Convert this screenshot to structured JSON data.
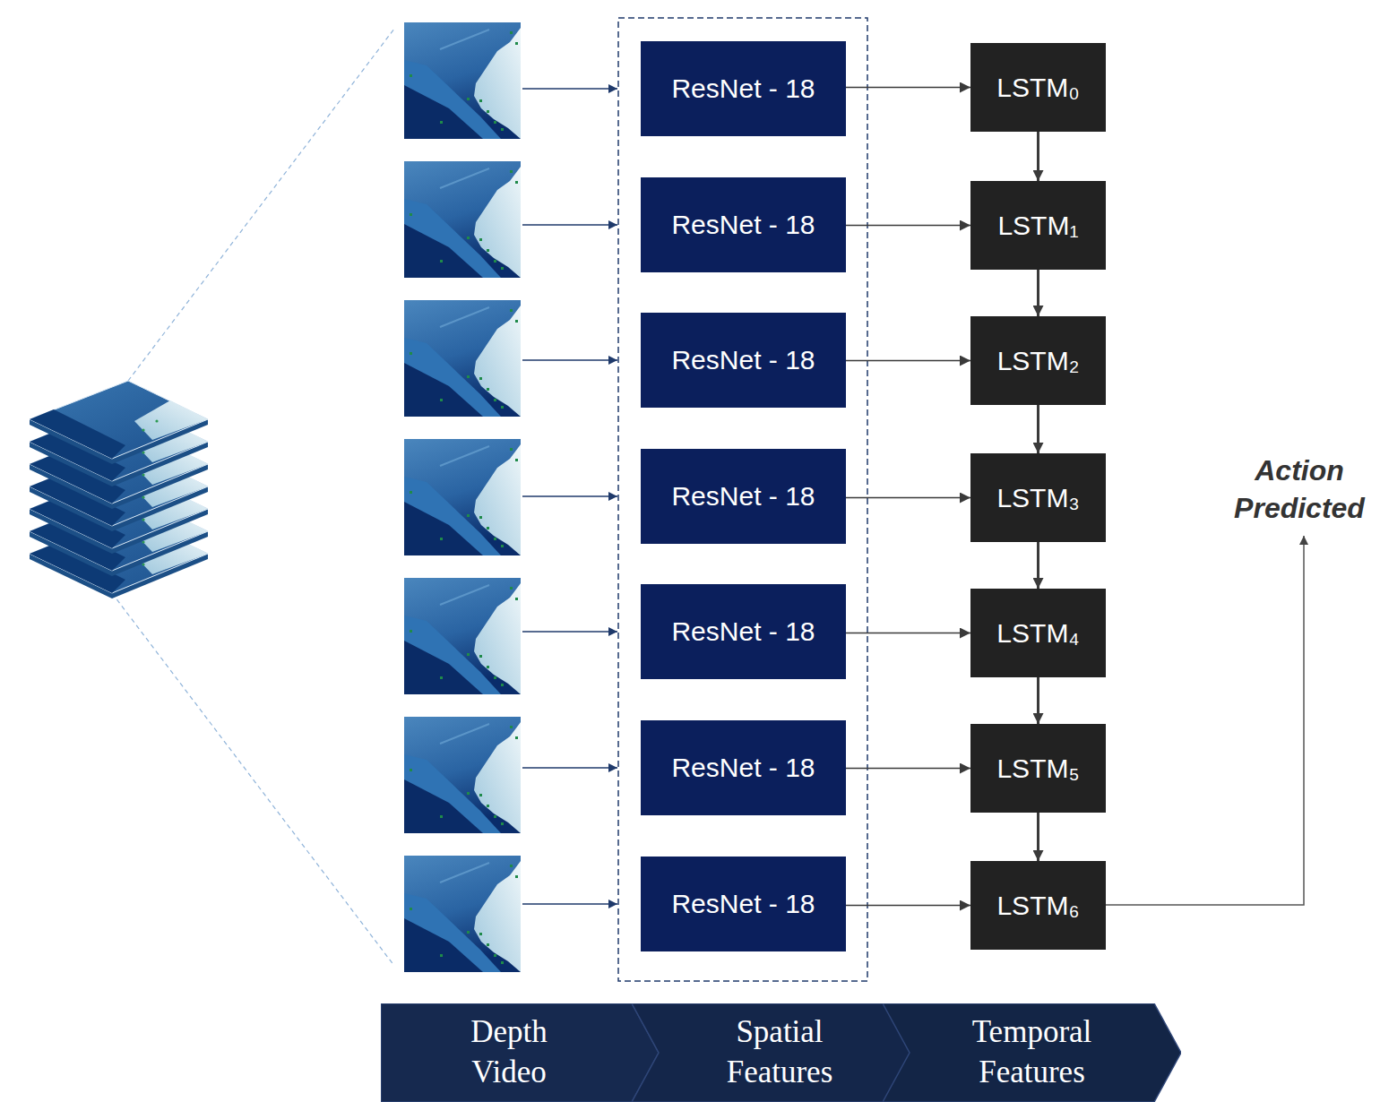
{
  "diagram": {
    "nodes": [
      {
        "text": [
          "ResNet - 18"
        ]
      },
      {
        "text": [
          "ResNet - 18"
        ]
      },
      {
        "text": [
          "ResNet - 18"
        ]
      },
      {
        "text": [
          "ResNet - 18"
        ]
      },
      {
        "text": [
          "ResNet - 18"
        ]
      },
      {
        "text": [
          "ResNet - 18"
        ]
      },
      {
        "text": [
          "ResNet - 18"
        ]
      },
      {
        "text": [
          "LSTM₀"
        ]
      },
      {
        "text": [
          "LSTM₁"
        ]
      },
      {
        "text": [
          "LSTM₂"
        ]
      },
      {
        "text": [
          "LSTM₃"
        ]
      },
      {
        "text": [
          "LSTM₄"
        ]
      },
      {
        "text": [
          "LSTM₅"
        ]
      },
      {
        "text": [
          "LSTM₆"
        ]
      },
      {
        "text": [
          "Depth Video"
        ]
      },
      {
        "text": [
          "Spatial Features"
        ]
      },
      {
        "text": [
          "Temporal Features"
        ]
      }
    ],
    "edges": [
      {
        "from": 0,
        "to": 7,
        "arrow": "to"
      },
      {
        "from": 1,
        "to": 8,
        "arrow": "to"
      },
      {
        "from": 2,
        "to": 9,
        "arrow": "to"
      },
      {
        "from": 3,
        "to": 10,
        "arrow": "to"
      },
      {
        "from": 4,
        "to": 11,
        "arrow": "to"
      },
      {
        "from": 5,
        "to": 12,
        "arrow": "to"
      },
      {
        "from": 6,
        "to": 13,
        "arrow": "to"
      },
      {
        "from": 7,
        "to": 8,
        "arrow": "to"
      },
      {
        "from": 8,
        "to": 9,
        "arrow": "to"
      },
      {
        "from": 9,
        "to": 10,
        "arrow": "to"
      },
      {
        "from": 10,
        "to": 11,
        "arrow": "to"
      },
      {
        "from": 11,
        "to": 12,
        "arrow": "to"
      },
      {
        "from": 12,
        "to": 13,
        "arrow": "to"
      }
    ],
    "labels": [
      "Action Predicted"
    ]
  }
}
